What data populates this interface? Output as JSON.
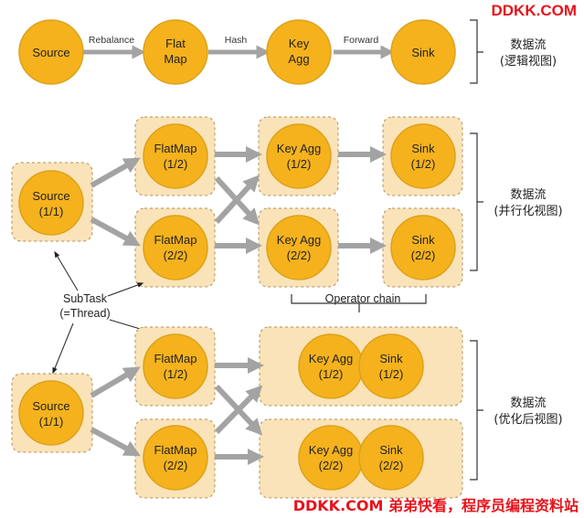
{
  "colors": {
    "node_fill": "#f5b21d",
    "node_stroke": "#dba21c",
    "group_fill": "#fae3b8",
    "group_stroke": "#b08f5a",
    "arrow": "#a3a3a3",
    "brand_red": "#e8121a"
  },
  "watermark": {
    "top": "DDKK.COM",
    "bottom": "DDKK.COM 弟弟快看，程序员编程资料站"
  },
  "logical": {
    "nodes": [
      {
        "line1": "Source",
        "line2": ""
      },
      {
        "line1": "Flat",
        "line2": "Map"
      },
      {
        "line1": "Key",
        "line2": "Agg"
      },
      {
        "line1": "Sink",
        "line2": ""
      }
    ],
    "edges": [
      "Rebalance",
      "Hash",
      "Forward"
    ],
    "label_1": "数据流",
    "label_2": "(逻辑视图)"
  },
  "parallel": {
    "source": {
      "line1": "Source",
      "line2": "(1/1)"
    },
    "flatmap_1": {
      "line1": "FlatMap",
      "line2": "(1/2)"
    },
    "flatmap_2": {
      "line1": "FlatMap",
      "line2": "(2/2)"
    },
    "keyagg_1": {
      "line1": "Key Agg",
      "line2": "(1/2)"
    },
    "keyagg_2": {
      "line1": "Key Agg",
      "line2": "(2/2)"
    },
    "sink_1": {
      "line1": "Sink",
      "line2": "(1/2)"
    },
    "sink_2": {
      "line1": "Sink",
      "line2": "(2/2)"
    },
    "label_1": "数据流",
    "label_2": "(并行化视图)"
  },
  "operator_chain": "Operator chain",
  "subtask": {
    "line1": "SubTask",
    "line2": "(=Thread)"
  },
  "optimized": {
    "source": {
      "line1": "Source",
      "line2": "(1/1)"
    },
    "flatmap_1": {
      "line1": "FlatMap",
      "line2": "(1/2)"
    },
    "flatmap_2": {
      "line1": "FlatMap",
      "line2": "(2/2)"
    },
    "keyagg_1": {
      "line1": "Key Agg",
      "line2": "(1/2)"
    },
    "keyagg_2": {
      "line1": "Key Agg",
      "line2": "(2/2)"
    },
    "sink_1": {
      "line1": "Sink",
      "line2": "(1/2)"
    },
    "sink_2": {
      "line1": "Sink",
      "line2": "(2/2)"
    },
    "label_1": "数据流",
    "label_2": "(优化后视图)"
  }
}
